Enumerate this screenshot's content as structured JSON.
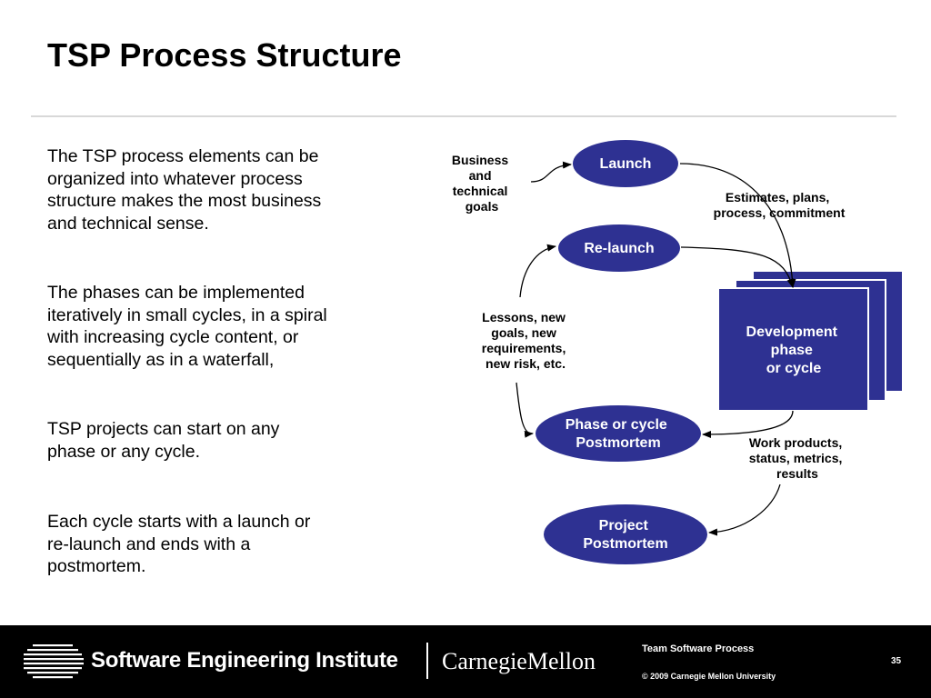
{
  "title": "TSP Process Structure",
  "body": {
    "paragraphs": [
      [
        "The TSP process elements can be",
        "organized into whatever process",
        "structure makes the most business",
        "and technical sense."
      ],
      [
        "The phases can be implemented",
        "iteratively in small cycles, in a spiral",
        "with increasing cycle content, or",
        "sequentially as in a waterfall,"
      ],
      [
        "TSP projects can start on any",
        "phase or any cycle."
      ],
      [
        "Each cycle starts with a launch or",
        "re-launch and ends with a",
        "postmortem."
      ]
    ]
  },
  "diagram": {
    "launch": "Launch",
    "relaunch": "Re-launch",
    "phase_postmortem": [
      "Phase or cycle",
      "Postmortem"
    ],
    "project_postmortem": [
      "Project",
      "Postmortem"
    ],
    "development": [
      "Development",
      "phase",
      "or cycle"
    ],
    "business_goals": [
      "Business",
      "and",
      "technical",
      "goals"
    ],
    "estimates": [
      "Estimates, plans,",
      "process, commitment"
    ],
    "lessons": [
      "Lessons, new",
      "goals, new",
      "requirements,",
      "new risk, etc."
    ],
    "work_products": [
      "Work products,",
      "status, metrics,",
      "results"
    ],
    "colors": {
      "shape_fill": "#2e3192",
      "arrow": "#000000"
    }
  },
  "footer": {
    "institute": "Software Engineering Institute",
    "university": "CarnegieMellon",
    "course": "Team Software Process",
    "copyright": "© 2009 Carnegie Mellon University",
    "page_number": "35"
  }
}
